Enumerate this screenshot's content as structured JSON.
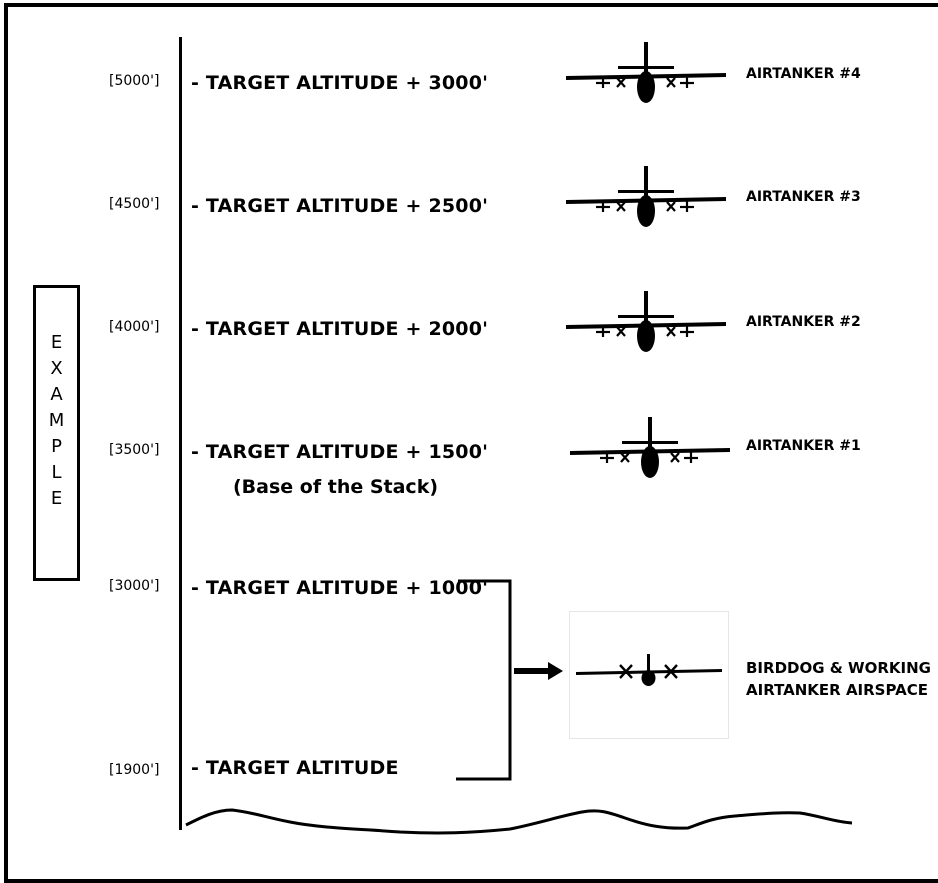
{
  "example": {
    "letters": [
      "E",
      "X",
      "A",
      "M",
      "P",
      "L",
      "E"
    ]
  },
  "rows": [
    {
      "alt": "[5000']",
      "label": "- TARGET ALTITUDE + 3000'",
      "tanker": "AIRTANKER #4"
    },
    {
      "alt": "[4500']",
      "label": "- TARGET ALTITUDE + 2500'",
      "tanker": "AIRTANKER #3"
    },
    {
      "alt": "[4000']",
      "label": "- TARGET ALTITUDE + 2000'",
      "tanker": "AIRTANKER #2"
    },
    {
      "alt": "[3500']",
      "label": "- TARGET ALTITUDE + 1500'",
      "sublabel": "(Base of the Stack)",
      "tanker": "AIRTANKER #1"
    },
    {
      "alt": "[3000']",
      "label": "- TARGET ALTITUDE + 1000'"
    },
    {
      "alt": "[1900']",
      "label": "- TARGET ALTITUDE"
    }
  ],
  "working_airspace": {
    "line1": "BIRDDOG & WORKING",
    "line2": "AIRTANKER AIRSPACE"
  }
}
